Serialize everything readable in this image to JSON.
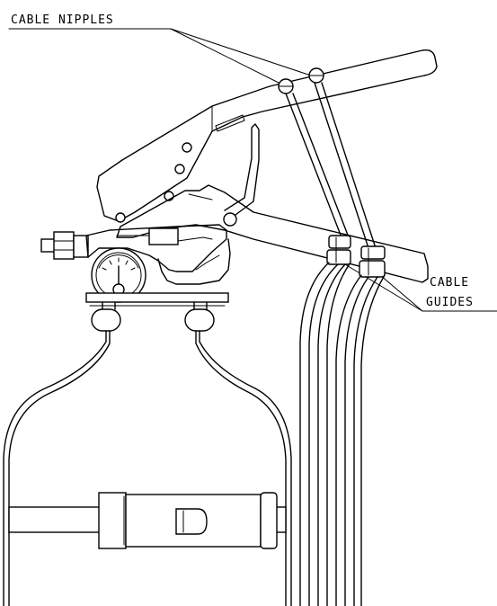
{
  "labels": {
    "cable_nipples": "CABLE NIPPLES",
    "cable": "CABLE",
    "guides": "GUIDES"
  },
  "colors": {
    "line": "#000000",
    "background": "#ffffff"
  }
}
